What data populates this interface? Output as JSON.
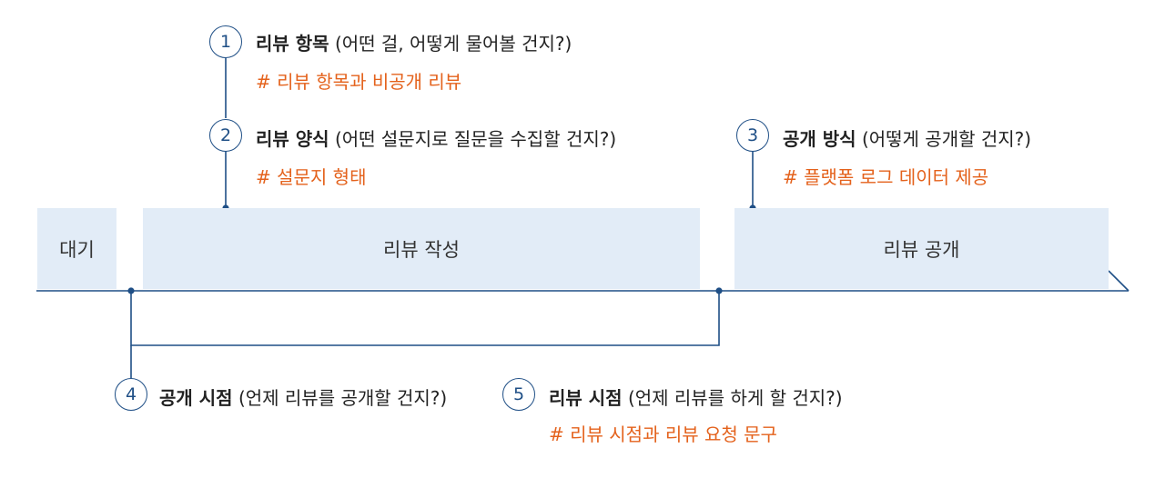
{
  "phases": {
    "wait": "대기",
    "writing": "리뷰 작성",
    "publishing": "리뷰 공개"
  },
  "items": [
    {
      "number": "1",
      "title": "리뷰 항목",
      "question": "(어떤 걸, 어떻게 물어볼 건지?)",
      "tag": "# 리뷰 항목과 비공개 리뷰"
    },
    {
      "number": "2",
      "title": "리뷰 양식",
      "question": "(어떤 설문지로 질문을 수집할 건지?)",
      "tag": "# 설문지 형태"
    },
    {
      "number": "3",
      "title": "공개 방식",
      "question": "(어떻게 공개할 건지?)",
      "tag": "# 플랫폼 로그 데이터 제공"
    },
    {
      "number": "4",
      "title": "공개 시점",
      "question": "(언제 리뷰를 공개할 건지?)",
      "tag": ""
    },
    {
      "number": "5",
      "title": "리뷰 시점",
      "question": "(언제 리뷰를 하게 할 건지?)",
      "tag": "# 리뷰 시점과 리뷰 요청 문구"
    }
  ],
  "colors": {
    "line": "#1f4f86",
    "phase_fill": "#e2ecf7",
    "tag": "#e4621c"
  }
}
